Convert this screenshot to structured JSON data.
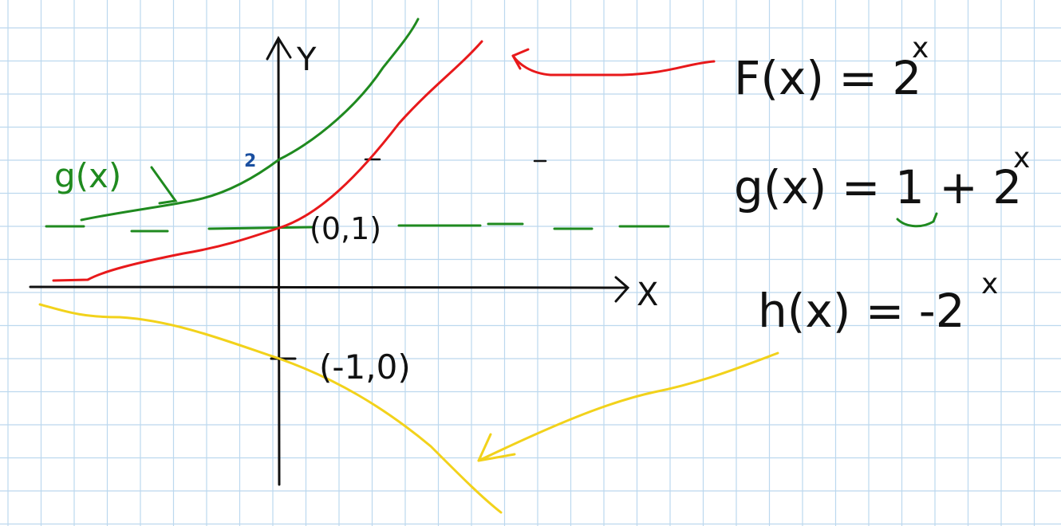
{
  "axes": {
    "x_label": "X",
    "y_label": "Y",
    "y_tick_2": "2"
  },
  "points": {
    "p01": "(0,1)",
    "pneg": "(-1,0)"
  },
  "equations": {
    "f": {
      "lhs": "F(x) = 2",
      "exp": "x"
    },
    "g": {
      "lhs": "g(x) = 1 + 2",
      "exp": "x"
    },
    "h": {
      "lhs": "h(x) = -2",
      "exp": "x"
    }
  },
  "curve_labels": {
    "g": "g(x)"
  },
  "colors": {
    "grid": "#bcd8ee",
    "axis": "#111111",
    "f": "#e8191b",
    "g": "#1f8a1f",
    "h": "#f2d21b",
    "tick_blue": "#1a4fa0"
  }
}
